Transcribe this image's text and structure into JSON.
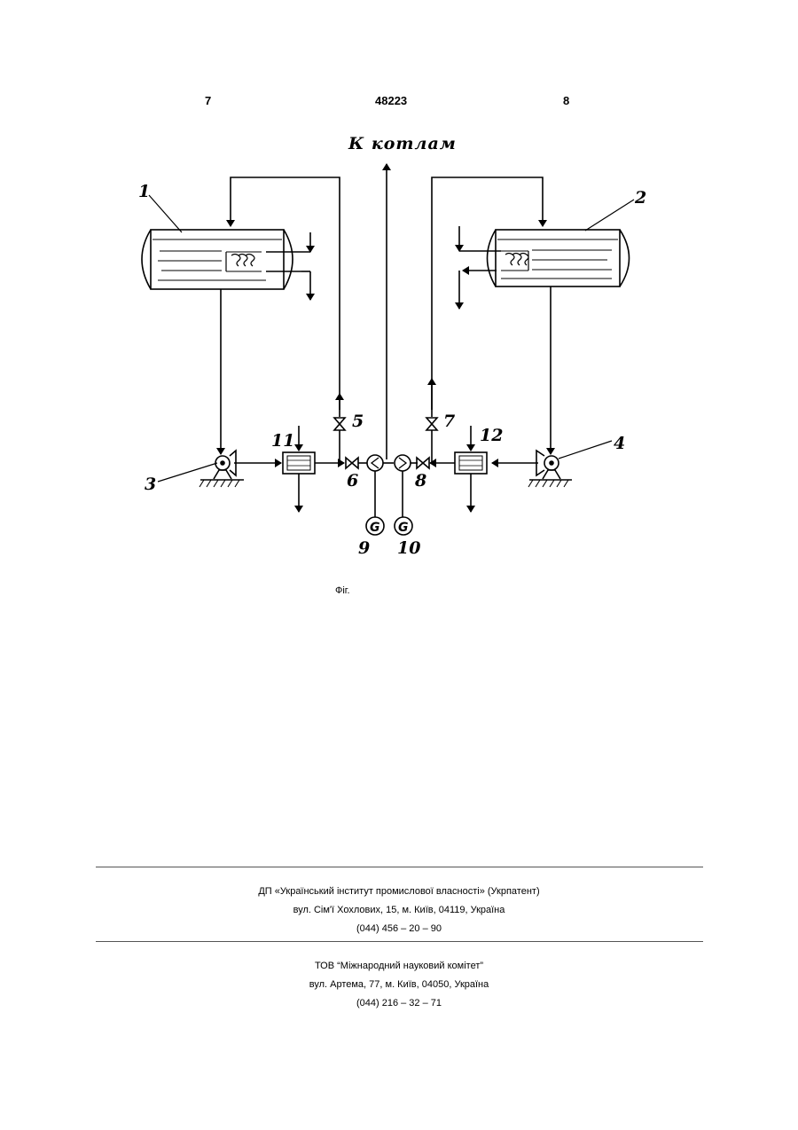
{
  "header": {
    "page_left": "7",
    "document_number": "48223",
    "page_right": "8"
  },
  "figure": {
    "title": "К котлам",
    "labels": {
      "n1": "1",
      "n2": "2",
      "n3": "3",
      "n4": "4",
      "n5": "5",
      "n6": "6",
      "n7": "7",
      "n8": "8",
      "n9": "9",
      "n10": "10",
      "n11": "11",
      "n12": "12"
    },
    "generator_symbol": "G",
    "caption": "Фіг."
  },
  "footer": {
    "publisher": {
      "name": "ДП «Український інститут промислової власності» (Укрпатент)",
      "address": "вул. Сім'ї Хохлових, 15, м. Київ, 04119, Україна",
      "phone": "(044) 456 – 20 – 90"
    },
    "printer": {
      "name": "ТОВ “Міжнародний науковий комітет”",
      "address": "вул. Артема, 77, м. Київ, 04050, Україна",
      "phone": "(044) 216 – 32 – 71"
    }
  }
}
